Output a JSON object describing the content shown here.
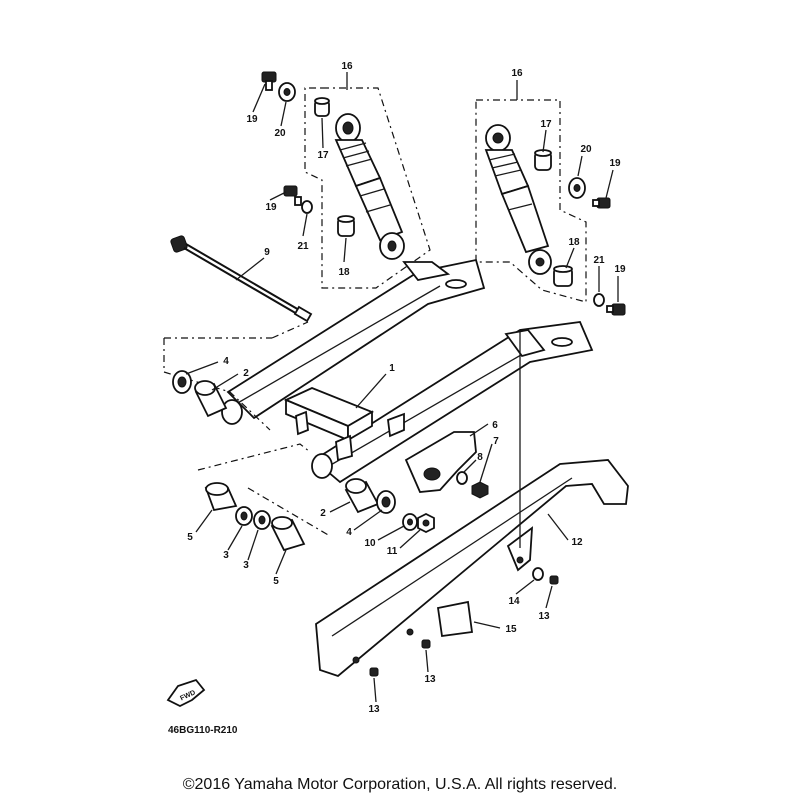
{
  "diagram": {
    "drawing_code": "46BG110-R210",
    "fwd_label": "FWD",
    "copyright": "©2016 Yamaha Motor Corporation, U.S.A. All rights reserved.",
    "callouts": [
      {
        "id": "c1",
        "text": "1"
      },
      {
        "id": "c2a",
        "text": "2"
      },
      {
        "id": "c2b",
        "text": "2"
      },
      {
        "id": "c3a",
        "text": "3"
      },
      {
        "id": "c3b",
        "text": "3"
      },
      {
        "id": "c4a",
        "text": "4"
      },
      {
        "id": "c4b",
        "text": "4"
      },
      {
        "id": "c5a",
        "text": "5"
      },
      {
        "id": "c5b",
        "text": "5"
      },
      {
        "id": "c6",
        "text": "6"
      },
      {
        "id": "c7",
        "text": "7"
      },
      {
        "id": "c8",
        "text": "8"
      },
      {
        "id": "c9",
        "text": "9"
      },
      {
        "id": "c10",
        "text": "10"
      },
      {
        "id": "c11",
        "text": "11"
      },
      {
        "id": "c12",
        "text": "12"
      },
      {
        "id": "c13a",
        "text": "13"
      },
      {
        "id": "c13b",
        "text": "13"
      },
      {
        "id": "c13c",
        "text": "13"
      },
      {
        "id": "c14",
        "text": "14"
      },
      {
        "id": "c15",
        "text": "15"
      },
      {
        "id": "c16a",
        "text": "16"
      },
      {
        "id": "c16b",
        "text": "16"
      },
      {
        "id": "c17a",
        "text": "17"
      },
      {
        "id": "c17b",
        "text": "17"
      },
      {
        "id": "c18a",
        "text": "18"
      },
      {
        "id": "c18b",
        "text": "18"
      },
      {
        "id": "c19a",
        "text": "19"
      },
      {
        "id": "c19b",
        "text": "19"
      },
      {
        "id": "c19c",
        "text": "19"
      },
      {
        "id": "c20a",
        "text": "20"
      },
      {
        "id": "c20b",
        "text": "20"
      },
      {
        "id": "c21a",
        "text": "21"
      },
      {
        "id": "c21b",
        "text": "21"
      }
    ]
  }
}
